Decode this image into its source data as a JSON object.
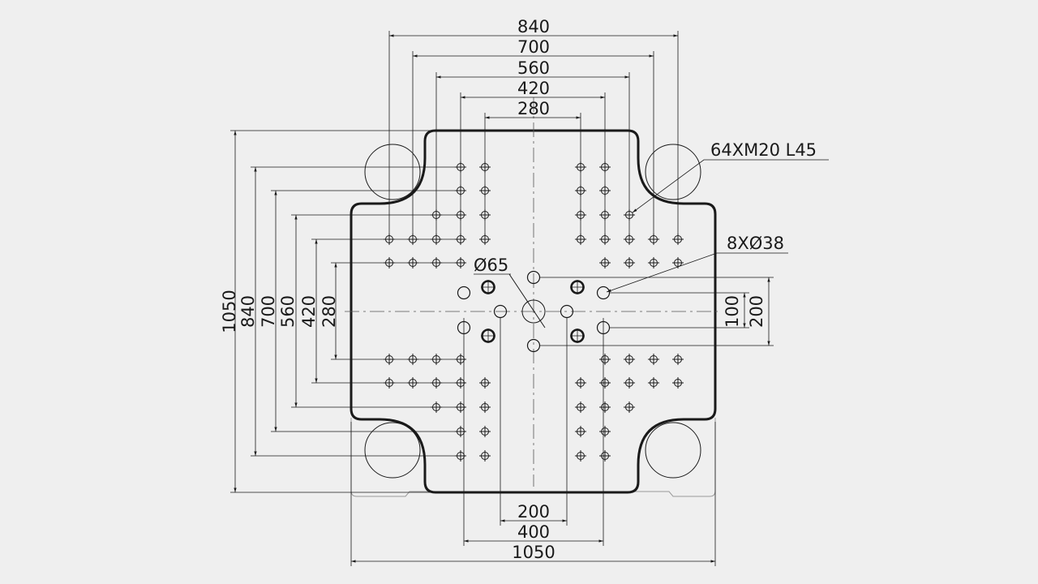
{
  "colors": {
    "background": "#efefef",
    "line": "#1a1a1a",
    "light": "#999999"
  },
  "dimensions": {
    "top": [
      "840",
      "700",
      "560",
      "420",
      "280"
    ],
    "left": [
      "1050",
      "840",
      "700",
      "560",
      "420",
      "280"
    ],
    "bottom": [
      "200",
      "400",
      "1050"
    ],
    "right_small": "100",
    "right_large": "200"
  },
  "callouts": {
    "tapped_holes": "64XM20 L45",
    "through_holes": "8XØ38",
    "center_hole": "Ø65"
  }
}
